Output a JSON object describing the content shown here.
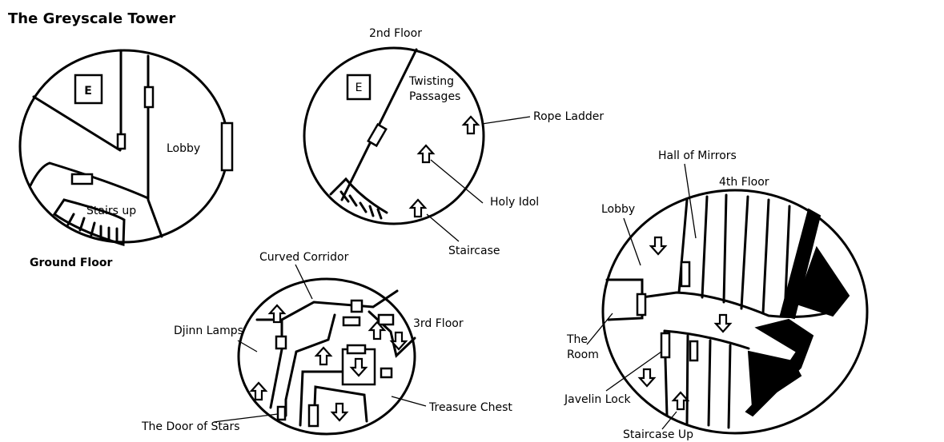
{
  "title": "The Greyscale Tower",
  "ground_floor": {
    "label": "Ground Floor",
    "elevator": "E",
    "lobby": "Lobby",
    "stairs": "Stairs up"
  },
  "second_floor": {
    "label": "2nd Floor",
    "elevator": "E",
    "twisting_line1": "Twisting",
    "twisting_line2": "Passages",
    "rope_ladder": "Rope Ladder",
    "holy_idol": "Holy Idol",
    "staircase": "Staircase"
  },
  "third_floor": {
    "label": "3rd Floor",
    "curved_corridor": "Curved Corridor",
    "djinn_lamps": "Djinn Lamps",
    "door_of_stars": "The Door of Stars",
    "treasure_chest": "Treasure Chest"
  },
  "fourth_floor": {
    "label": "4th Floor",
    "hall_of_mirrors": "Hall of Mirrors",
    "lobby": "Lobby",
    "room_line1": "The",
    "room_line2": "Room",
    "javelin_lock": "Javelin Lock",
    "staircase_up": "Staircase Up"
  }
}
